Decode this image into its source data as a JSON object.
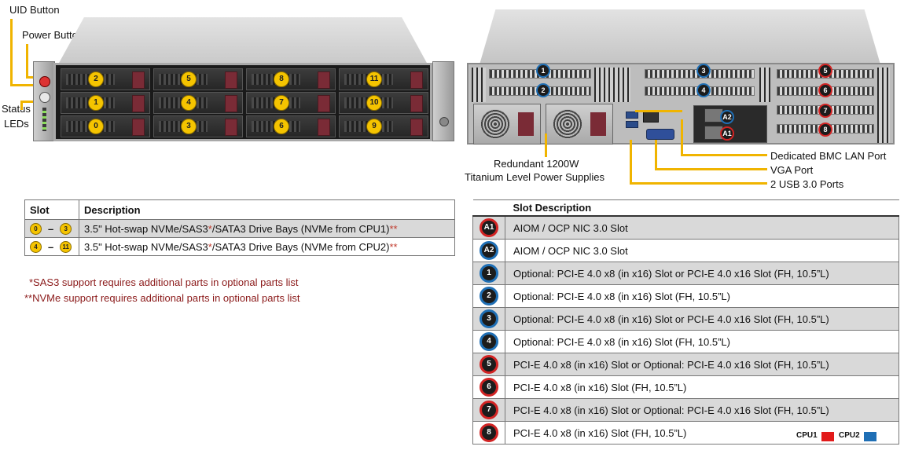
{
  "front_labels": {
    "uid": "UID Button",
    "power": "Power Button",
    "status_1": "Status",
    "status_2": "LEDs"
  },
  "front_bays": [
    "2",
    "5",
    "8",
    "11",
    "1",
    "4",
    "7",
    "10",
    "0",
    "3",
    "6",
    "9"
  ],
  "rear_labels": {
    "psu_1": "Redundant  1200W",
    "psu_2": "Titanium  Level  Power Supplies",
    "bmc": "Dedicated BMC LAN Port",
    "vga": "VGA Port",
    "usb": "2 USB 3.0 Ports"
  },
  "rear_slots": {
    "s1": "1",
    "s2": "2",
    "s3": "3",
    "s4": "4",
    "s5": "5",
    "s6": "6",
    "s7": "7",
    "s8": "8",
    "a1": "A1",
    "a2": "A2"
  },
  "drive_table": {
    "headers": [
      "Slot",
      "Description"
    ],
    "rows": [
      {
        "from": "0",
        "to": "3",
        "desc": "3.5\" Hot-swap NVMe/SAS3",
        "star1": "*",
        "desc2": "/SATA3 Drive Bays (NVMe from CPU1)",
        "star2": "**"
      },
      {
        "from": "4",
        "to": "11",
        "desc": "3.5\" Hot-swap NVMe/SAS3",
        "star1": "*",
        "desc2": "/SATA3 Drive Bays (NVMe from CPU2)",
        "star2": "**"
      }
    ],
    "dash": "–"
  },
  "notes": {
    "sas": "*SAS3 support requires additional parts in optional parts list",
    "nvme": "**NVMe support requires additional parts in optional parts list"
  },
  "slot_table": {
    "header": "Slot Description",
    "rows": [
      {
        "badge": "A1",
        "cpu": "red",
        "desc": "AIOM / OCP NIC 3.0 Slot"
      },
      {
        "badge": "A2",
        "cpu": "blue",
        "desc": "AIOM / OCP NIC 3.0 Slot"
      },
      {
        "badge": "1",
        "cpu": "blue",
        "desc": "Optional: PCI-E 4.0 x8 (in x16) Slot or PCI-E 4.0 x16 Slot (FH, 10.5”L)"
      },
      {
        "badge": "2",
        "cpu": "blue",
        "desc": "Optional: PCI-E 4.0 x8 (in x16) Slot (FH, 10.5”L)"
      },
      {
        "badge": "3",
        "cpu": "blue",
        "desc": "Optional: PCI-E 4.0 x8 (in x16) Slot or PCI-E 4.0 x16 Slot (FH, 10.5”L)"
      },
      {
        "badge": "4",
        "cpu": "blue",
        "desc": "Optional: PCI-E 4.0 x8 (in x16) Slot (FH, 10.5”L)"
      },
      {
        "badge": "5",
        "cpu": "red",
        "desc": "PCI-E 4.0 x8 (in x16) Slot or Optional: PCI-E 4.0 x16 Slot (FH, 10.5”L)"
      },
      {
        "badge": "6",
        "cpu": "red",
        "desc": "PCI-E 4.0 x8 (in x16) Slot (FH, 10.5”L)"
      },
      {
        "badge": "7",
        "cpu": "red",
        "desc": "PCI-E 4.0 x8 (in x16) Slot or Optional: PCI-E 4.0 x16 Slot (FH, 10.5”L)"
      },
      {
        "badge": "8",
        "cpu": "red",
        "desc": "PCI-E 4.0 x8 (in x16) Slot (FH, 10.5”L)"
      }
    ]
  },
  "legend": {
    "cpu1": "CPU1",
    "cpu2": "CPU2",
    "cpu1_color": "#e21b1b",
    "cpu2_color": "#1f6fb5"
  },
  "colors": {
    "callout": "#f0b400",
    "note_text": "#8b1a1a",
    "row_shade": "#d9d9d9"
  }
}
